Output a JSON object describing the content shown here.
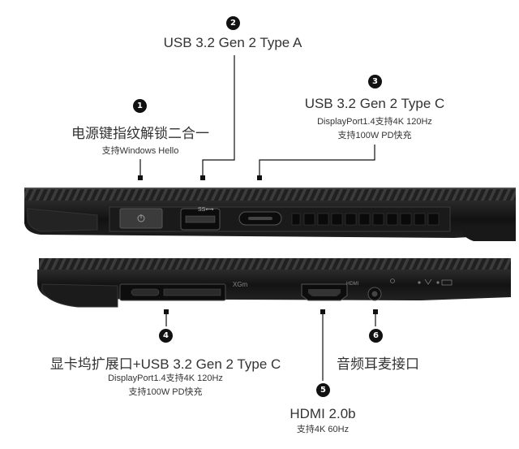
{
  "callouts": [
    {
      "num": "1",
      "title": "电源键指纹解锁二合一",
      "sub": [
        "支持Windows Hello"
      ]
    },
    {
      "num": "2",
      "title": "USB 3.2 Gen 2 Type A",
      "sub": []
    },
    {
      "num": "3",
      "title": "USB 3.2 Gen 2 Type C",
      "sub": [
        "DisplayPort1.4支持4K 120Hz",
        "支持100W PD快充"
      ]
    },
    {
      "num": "4",
      "title": "显卡坞扩展口+USB 3.2 Gen 2 Type C",
      "sub": [
        "DisplayPort1.4支持4K 120Hz",
        "支持100W PD快充"
      ]
    },
    {
      "num": "5",
      "title": "HDMI 2.0b",
      "sub": [
        "支持4K 60Hz"
      ]
    },
    {
      "num": "6",
      "title": "音频耳麦接口",
      "sub": []
    }
  ],
  "port_labels": {
    "ss": "SS⟷",
    "xgm": "XGm",
    "hdmi": "HDMI"
  },
  "colors": {
    "body": "#1a1a1a",
    "edge": "#2e2e2e",
    "stripe": "#3a3a3a",
    "accent": "#111111"
  }
}
